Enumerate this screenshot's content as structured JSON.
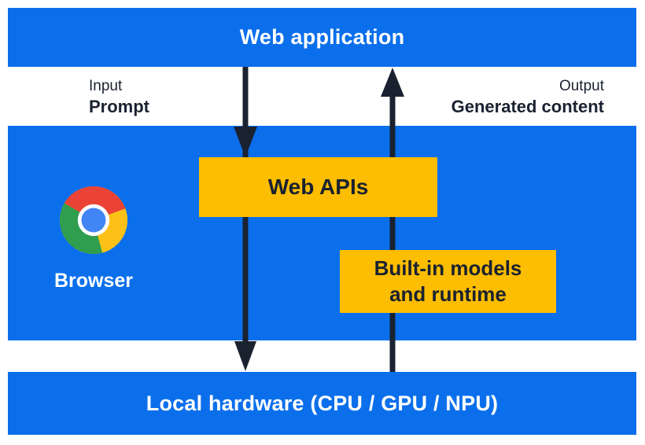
{
  "colors": {
    "blue": "#0b6fec",
    "yellow": "#fdbd00",
    "navy": "#1a2230",
    "chrome_red": "#ea4335",
    "chrome_yellow": "#fbc116",
    "chrome_green": "#2f9e4f",
    "chrome_blue": "#4285f4"
  },
  "layers": {
    "top": {
      "label": "Web application"
    },
    "bottom": {
      "label": "Local hardware (CPU / GPU / NPU)"
    }
  },
  "flow": {
    "input": {
      "label": "Input",
      "value": "Prompt"
    },
    "output": {
      "label": "Output",
      "value": "Generated content"
    }
  },
  "browser": {
    "label": "Browser",
    "icon": "chrome-logo-icon"
  },
  "components": {
    "web_apis": {
      "label": "Web APIs"
    },
    "builtin": {
      "line1": "Built-in models",
      "line2": "and runtime"
    }
  },
  "arrows": {
    "down": "prompt-flow-down-arrow",
    "up": "generated-content-up-arrow"
  }
}
